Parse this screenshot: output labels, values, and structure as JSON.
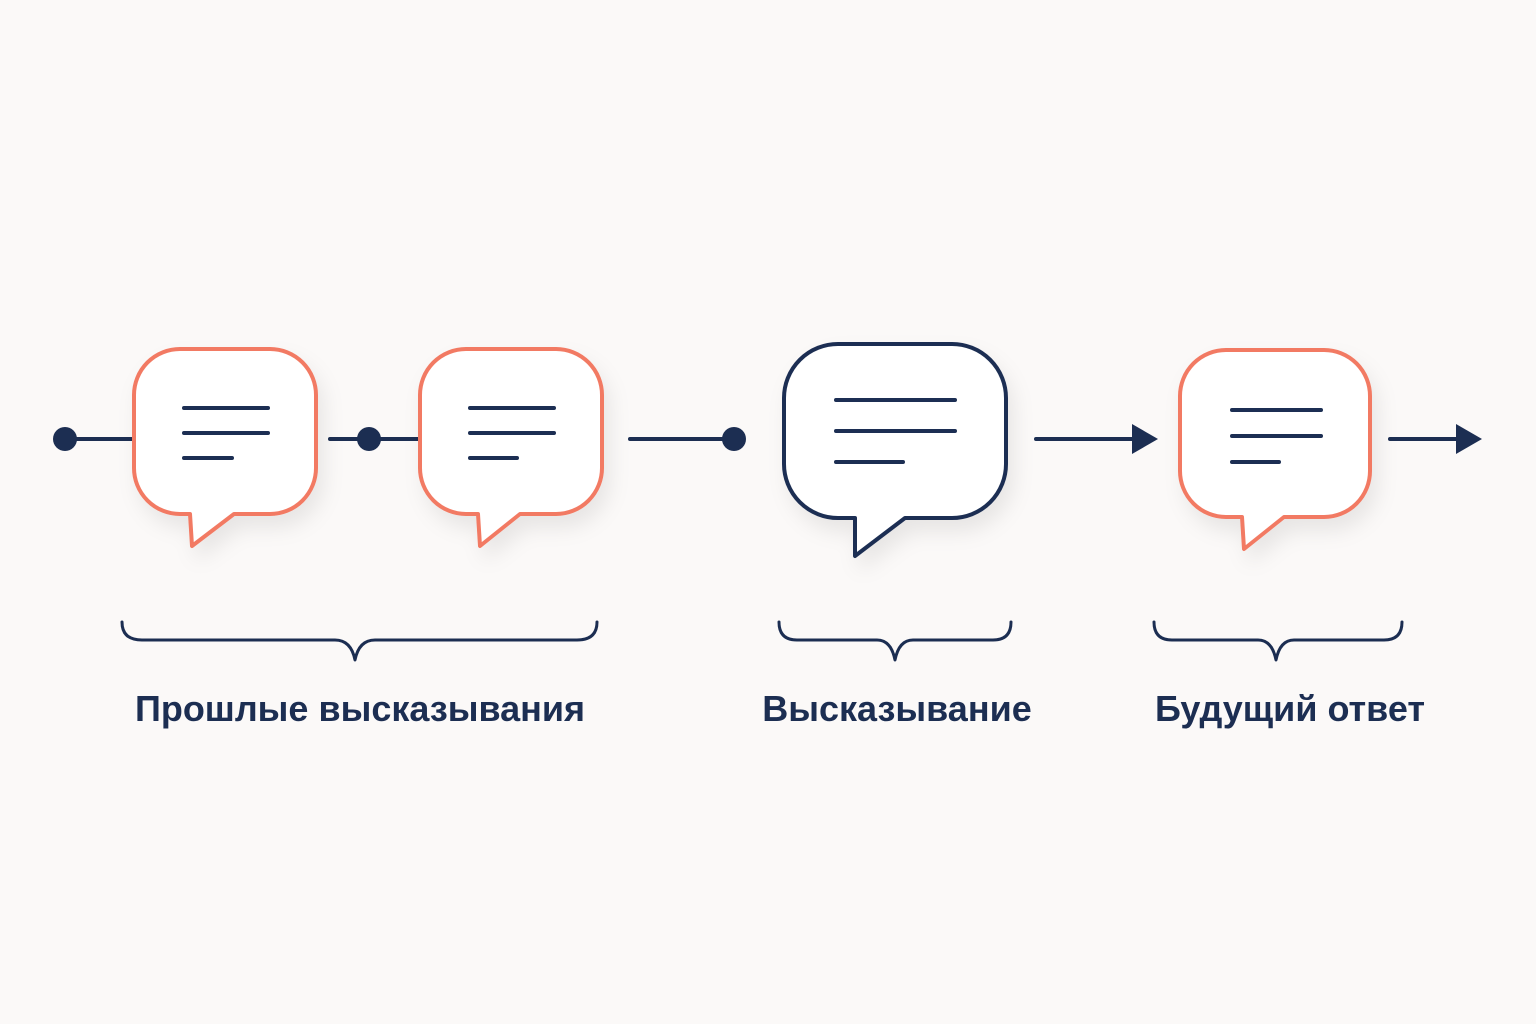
{
  "colors": {
    "background": "#fbf9f8",
    "navy": "#1c2e52",
    "coral": "#f27a63"
  },
  "labels": {
    "past": "Прошлые высказывания",
    "current": "Высказывание",
    "future": "Будущий ответ"
  },
  "bubbles": [
    {
      "group": "past",
      "color": "coral",
      "icon": "speech-bubble-icon"
    },
    {
      "group": "past",
      "color": "coral",
      "icon": "speech-bubble-icon"
    },
    {
      "group": "current",
      "color": "navy",
      "icon": "speech-bubble-icon"
    },
    {
      "group": "future",
      "color": "coral",
      "icon": "speech-bubble-icon"
    }
  ]
}
